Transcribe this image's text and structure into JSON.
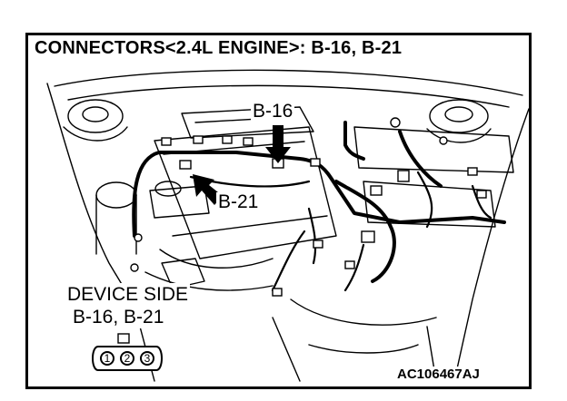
{
  "title": "CONNECTORS<2.4L ENGINE>: B-16, B-21",
  "callouts": {
    "b16": "B-16",
    "b21": "B-21"
  },
  "device_side": {
    "line1": "DEVICE SIDE",
    "line2": "B-16, B-21"
  },
  "connector_pins": [
    "1",
    "2",
    "3"
  ],
  "figure_code": "AC106467AJ",
  "colors": {
    "ink": "#000000",
    "paper": "#ffffff"
  }
}
